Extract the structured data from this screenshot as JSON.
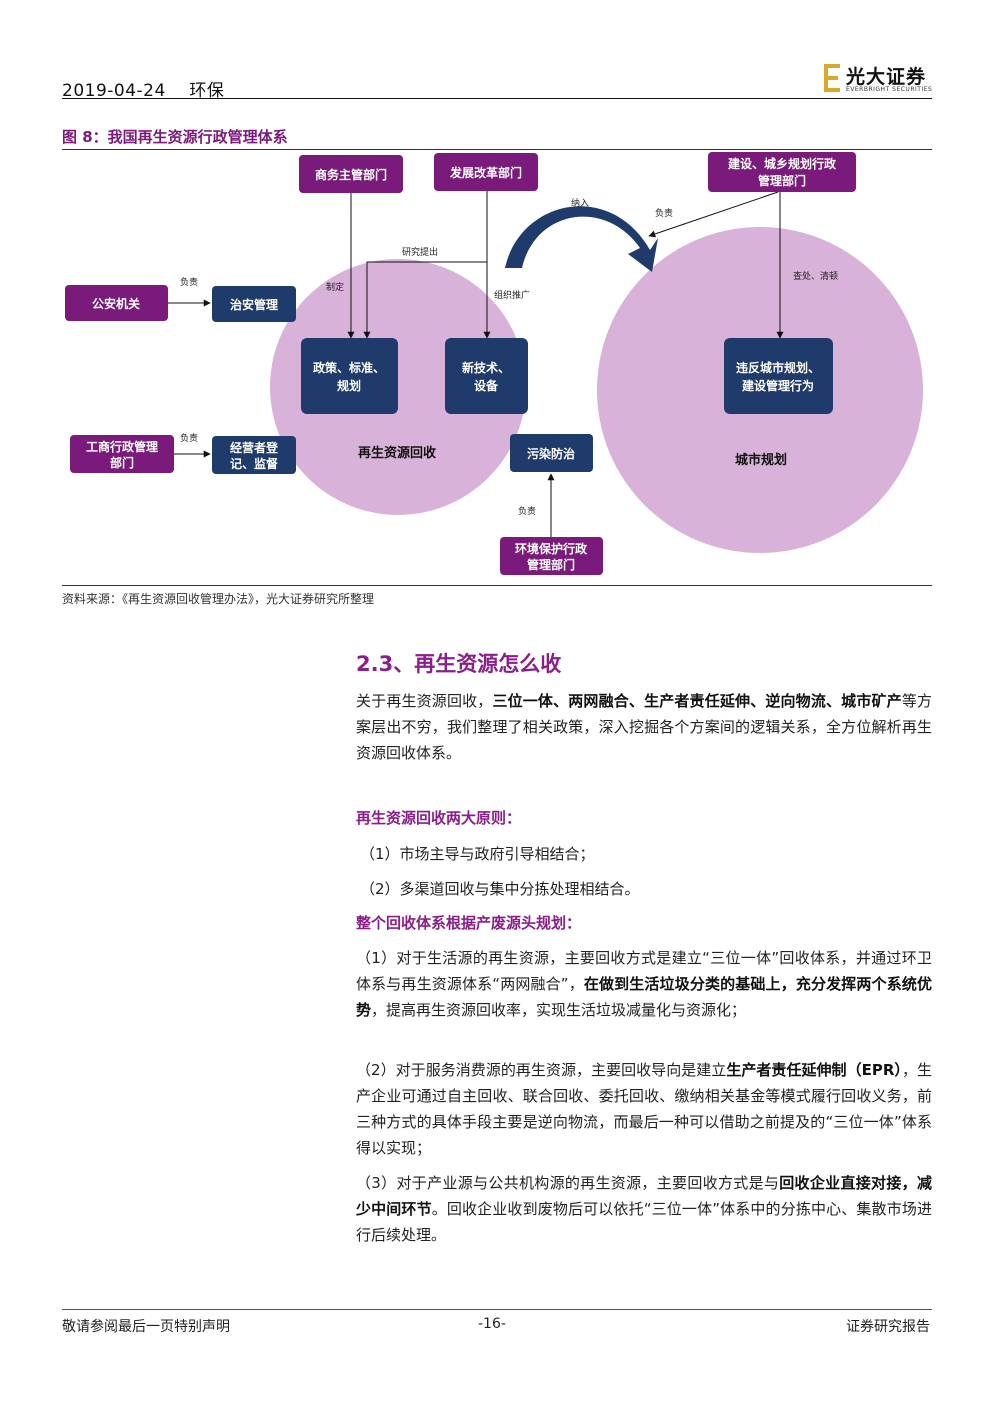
{
  "header": {
    "date": "2019-04-24",
    "category": "环保",
    "logo_cn": "光大证券",
    "logo_en": "EVERBRIGHT SECURITIES"
  },
  "figure": {
    "title": "图 8：我国再生资源行政管理体系",
    "source": "资料来源：《再生资源回收管理办法》，光大证券研究所整理",
    "nodes": {
      "commerce": "商务主管部门",
      "ndrc": "发展改革部门",
      "urban_line1": "建设、城乡规划行政",
      "urban_line2": "管理部门",
      "police": "公安机关",
      "security": "治安管理",
      "policy_line1": "政策、标准、",
      "policy_line2": "规划",
      "tech_line1": "新技术、",
      "tech_line2": "设备",
      "violation_line1": "违反城市规划、",
      "violation_line2": "建设管理行为",
      "industry_line1": "工商行政管理",
      "industry_line2": "部门",
      "registration_line1": "经营者登",
      "registration_line2": "记、监督",
      "pollution": "污染防治",
      "env_line1": "环境保护行政",
      "env_line2": "管理部门"
    },
    "circles": {
      "recycling": "再生资源回收",
      "urban_planning": "城市规划"
    },
    "edges": {
      "responsible": "负责",
      "make": "制定",
      "propose": "研究提出",
      "promote": "组织推广",
      "include": "纳入",
      "investigate": "查处、清顿"
    }
  },
  "section": {
    "title": "2.3、再生资源怎么收",
    "intro": [
      {
        "t": "关于再生资源回收，",
        "b": false
      },
      {
        "t": "三位一体、两网融合、生产者责任延伸、逆向物流、城市矿产",
        "b": true
      },
      {
        "t": "等方案层出不穷，我们整理了相关政策，深入挖掘各个方案间的逻辑关系，全方位解析再生资源回收体系。",
        "b": false
      }
    ],
    "principles_title": "再生资源回收两大原则：",
    "principle_1": "（1）市场主导与政府引导相结合；",
    "principle_2": "（2）多渠道回收与集中分拣处理相结合。",
    "plan_title": "整个回收体系根据产废源头规划：",
    "plan_1": [
      {
        "t": "（1）对于生活源的再生资源，主要回收方式是建立“三位一体”回收体系，并通过环卫体系与再生资源体系“两网融合”，",
        "b": false
      },
      {
        "t": "在做到生活垃圾分类的基础上，充分发挥两个系统优势",
        "b": true
      },
      {
        "t": "，提高再生资源回收率，实现生活垃圾减量化与资源化；",
        "b": false
      }
    ],
    "plan_2": [
      {
        "t": "（2）对于服务消费源的再生资源，主要回收导向是建立",
        "b": false
      },
      {
        "t": "生产者责任延伸制（EPR）",
        "b": true
      },
      {
        "t": "，生产企业可通过自主回收、联合回收、委托回收、缴纳相关基金等模式履行回收义务，前三种方式的具体手段主要是逆向物流，而最后一种可以借助之前提及的“三位一体”体系得以实现；",
        "b": false
      }
    ],
    "plan_3": [
      {
        "t": "（3）对于产业源与公共机构源的再生资源，主要回收方式是与",
        "b": false
      },
      {
        "t": "回收企业直接对接，减少中间环节",
        "b": true
      },
      {
        "t": "。回收企业收到废物后可以依托“三位一体”体系中的分拣中心、集散市场进行后续处理。",
        "b": false
      }
    ]
  },
  "footer": {
    "left": "敬请参阅最后一页特别声明",
    "page": "-16-",
    "right": "证券研究报告"
  },
  "colors": {
    "purple": "#7a1a7a",
    "navy": "#1f3b6b",
    "circle": "#d8b2d8",
    "accent": "#8a1f8a"
  }
}
